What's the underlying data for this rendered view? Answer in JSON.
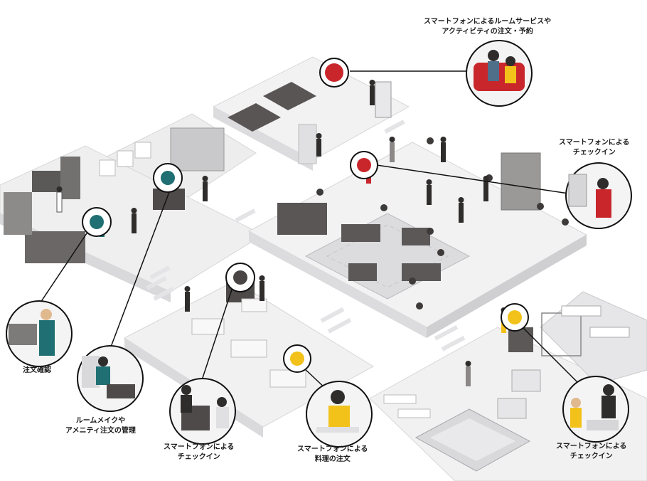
{
  "callouts": [
    {
      "id": "room-service",
      "lines": [
        "スマートフォンによるルームサービスや",
        "アクティビティの注文・予約"
      ]
    },
    {
      "id": "checkin-lobby",
      "lines": [
        "スマートフォンによる",
        "チェックイン"
      ]
    },
    {
      "id": "order-confirm",
      "lines": [
        "注文確認"
      ]
    },
    {
      "id": "housekeeping",
      "lines": [
        "ルームメイクや",
        "アメニティ注文の管理"
      ]
    },
    {
      "id": "checkin-restaurant",
      "lines": [
        "スマートフォンによる",
        "チェックイン"
      ]
    },
    {
      "id": "food-order",
      "lines": [
        "スマートフォンによる",
        "料理の注文"
      ]
    },
    {
      "id": "checkin-spa",
      "lines": [
        "スマートフォンによる",
        "チェックイン"
      ]
    }
  ],
  "colors": {
    "floor": "#f2f2f3",
    "floor_edge": "#d7d7d9",
    "furniture_dark": "#4a4545",
    "furniture_mid": "#8c8888",
    "accent_red": "#c8262b",
    "accent_yellow": "#f2c21b",
    "accent_teal": "#1f6f73",
    "line": "#111111"
  }
}
